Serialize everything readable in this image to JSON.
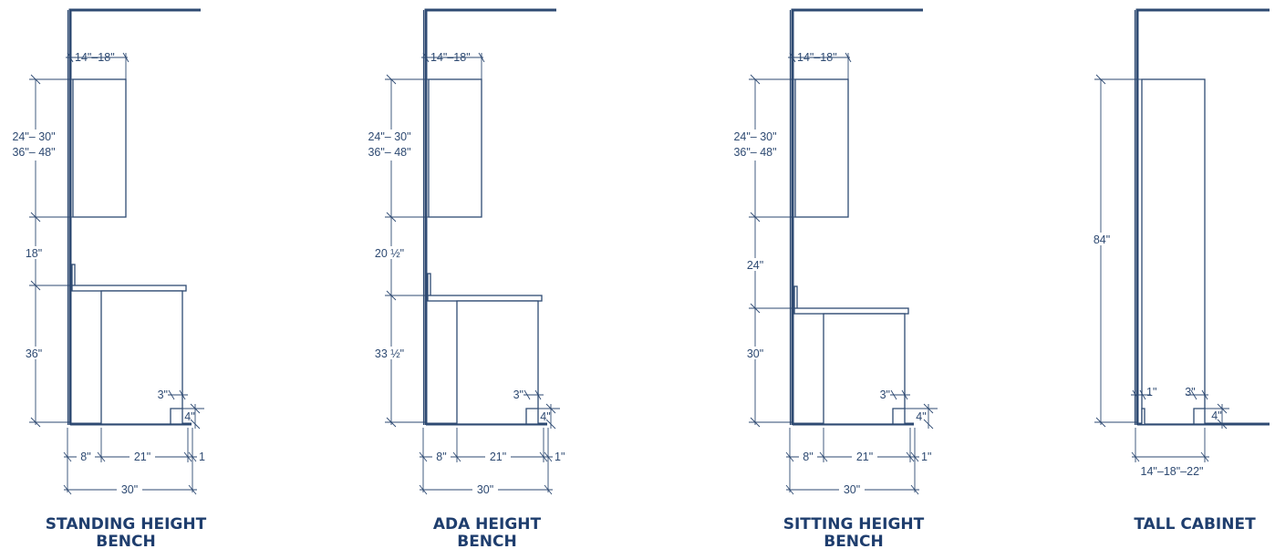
{
  "panels": [
    {
      "caption_line1": "STANDING HEIGHT",
      "caption_line2": "BENCH",
      "depth_label": "14\"–18\"",
      "cabinet_height_label_a": "24\"– 30\"",
      "cabinet_height_label_b": "36\"– 48\"",
      "gap_label": "18\"",
      "bench_height_label": "36\"",
      "toe_depth_label": "3\"",
      "toe_height_label": "4\"",
      "bottom_a_label": "8\"",
      "bottom_b_label": "21\"",
      "bottom_c_label": "1",
      "total_label": "30\""
    },
    {
      "caption_line1": "ADA HEIGHT",
      "caption_line2": "BENCH",
      "depth_label": "14\"–18\"",
      "cabinet_height_label_a": "24\"– 30\"",
      "cabinet_height_label_b": "36\"– 48\"",
      "gap_label": "20 ½\"",
      "bench_height_label": "33 ½\"",
      "toe_depth_label": "3\"",
      "toe_height_label": "4\"",
      "bottom_a_label": "8\"",
      "bottom_b_label": "21\"",
      "bottom_c_label": "1\"",
      "total_label": "30\""
    },
    {
      "caption_line1": "SITTING HEIGHT",
      "caption_line2": "BENCH",
      "depth_label": "14\"–18\"",
      "cabinet_height_label_a": "24\"– 30\"",
      "cabinet_height_label_b": "36\"– 48\"",
      "gap_label": "24\"",
      "bench_height_label": "30\"",
      "toe_depth_label": "3\"",
      "toe_height_label": "4\"",
      "bottom_a_label": "8\"",
      "bottom_b_label": "21\"",
      "bottom_c_label": "1\"",
      "total_label": "30\""
    }
  ],
  "tall_cabinet": {
    "caption": "TALL CABINET",
    "height_label": "84\"",
    "left_gap_label": "1\"",
    "toe_depth_label": "3\"",
    "toe_height_label": "4\"",
    "depth_label": "14\"–18\"–22\""
  },
  "colors": {
    "line": "#2e4a72",
    "caption": "#1f3e6e",
    "background": "#ffffff"
  }
}
